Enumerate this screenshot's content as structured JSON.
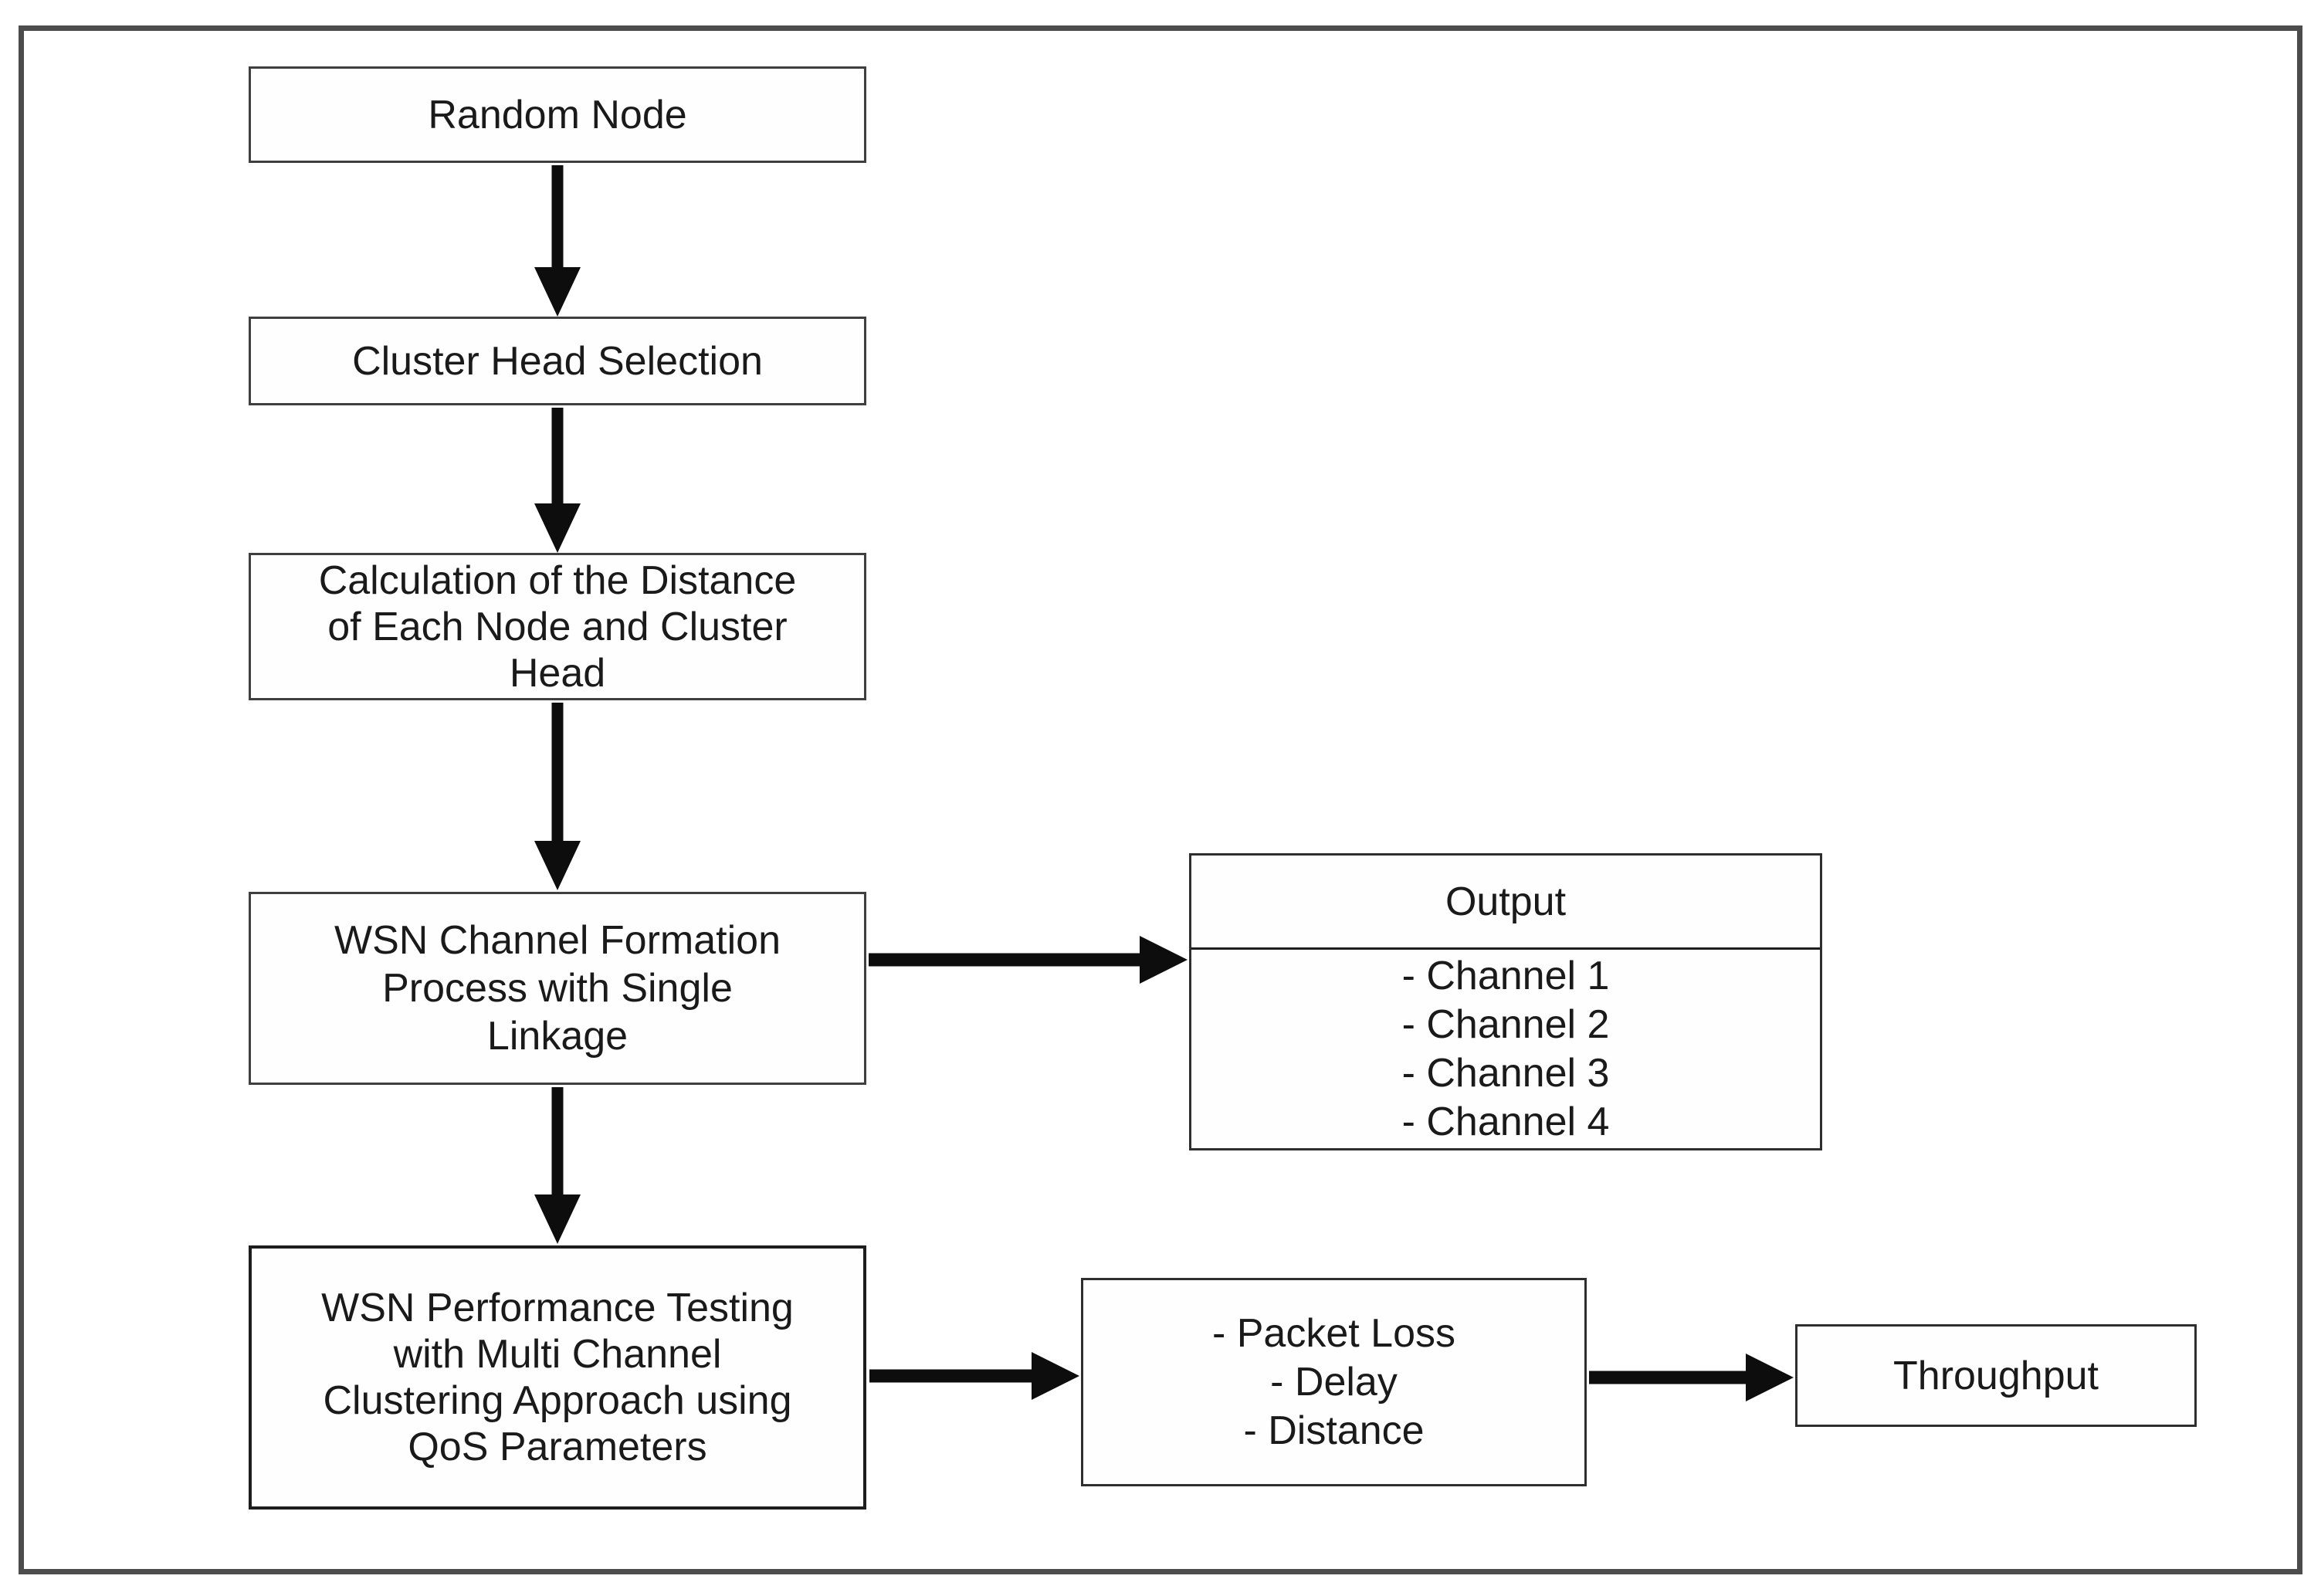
{
  "diagram": {
    "type": "flowchart",
    "description": "WSN multi-channel clustering process flowchart",
    "colors": {
      "background": "#ffffff",
      "outer_border": "#4c4c4c",
      "box_border": "#3f3f3f",
      "arrow": "#0d0d0d",
      "text": "#1a1a1a"
    },
    "boxes": {
      "random_node": {
        "lines": [
          "Random Node"
        ]
      },
      "cluster_head": {
        "lines": [
          "Cluster Head Selection"
        ]
      },
      "calculation": {
        "lines": [
          "Calculation of the Distance",
          "of Each Node and Cluster",
          "Head"
        ]
      },
      "channel_formation": {
        "lines": [
          "WSN Channel Formation",
          "Process with Single",
          "Linkage"
        ]
      },
      "performance": {
        "lines": [
          "WSN Performance Testing",
          "with Multi Channel",
          "Clustering Approach using",
          "QoS Parameters"
        ]
      },
      "output": {
        "title": "Output",
        "items": [
          "- Channel 1",
          "- Channel 2",
          "- Channel 3",
          "- Channel 4"
        ]
      },
      "metrics": {
        "items": [
          "- Packet Loss",
          "- Delay",
          "- Distance"
        ]
      },
      "throughput": {
        "lines": [
          "Throughput"
        ]
      }
    },
    "edges": [
      {
        "from": "random_node",
        "to": "cluster_head",
        "type": "arrow-down"
      },
      {
        "from": "cluster_head",
        "to": "calculation",
        "type": "arrow-down"
      },
      {
        "from": "calculation",
        "to": "channel_formation",
        "type": "arrow-down"
      },
      {
        "from": "channel_formation",
        "to": "output",
        "type": "arrow-right"
      },
      {
        "from": "channel_formation",
        "to": "performance",
        "type": "arrow-down"
      },
      {
        "from": "performance",
        "to": "metrics",
        "type": "arrow-right"
      },
      {
        "from": "metrics",
        "to": "throughput",
        "type": "arrow-right"
      }
    ]
  }
}
